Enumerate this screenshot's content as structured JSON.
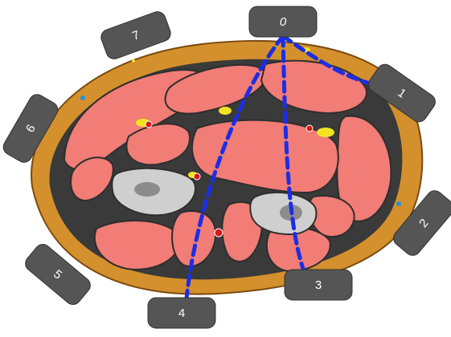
{
  "colors": {
    "skin": "#d4902c",
    "skin_outline": "#7a4a10",
    "muscle": "#f27c76",
    "fascia": "#3a3a3a",
    "bone": "#cfcfcf",
    "marrow": "#8c8c8c",
    "nerve": "#f3e323",
    "artery": "#d81818",
    "marker_fill": "#555555",
    "marker_text": "#ffffff",
    "connector": "#1b2ee6",
    "dot": "#2a8fd6"
  },
  "markers": [
    {
      "id": "0",
      "label": "0"
    },
    {
      "id": "1",
      "label": "1"
    },
    {
      "id": "2",
      "label": "2"
    },
    {
      "id": "3",
      "label": "3"
    },
    {
      "id": "4",
      "label": "4"
    },
    {
      "id": "5",
      "label": "5"
    },
    {
      "id": "6",
      "label": "6"
    },
    {
      "id": "7",
      "label": "7"
    }
  ],
  "connections": [
    {
      "from": "0",
      "to": "1"
    },
    {
      "from": "0",
      "to": "3"
    },
    {
      "from": "0",
      "to": "4"
    }
  ]
}
